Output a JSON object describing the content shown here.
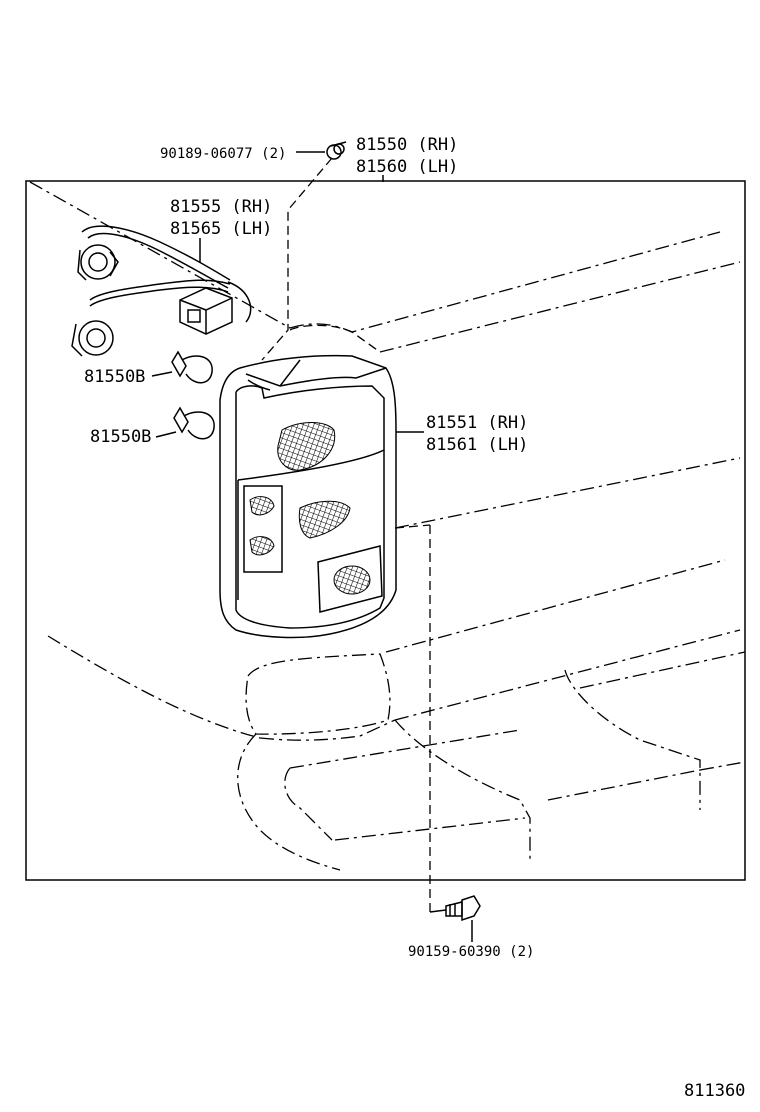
{
  "labels": {
    "screw_top": "90189-06077 (2)",
    "lamp_rh": "81550 (RH)",
    "lamp_lh": "81560 (LH)",
    "socket_rh": "81555 (RH)",
    "socket_lh": "81565 (LH)",
    "bulb_1": "81550B",
    "bulb_2": "81550B",
    "lens_rh": "81551 (RH)",
    "lens_lh": "81561 (LH)",
    "bolt_bottom": "90159-60390 (2)",
    "figure_code": "811360"
  },
  "icons": {
    "screw": "screw-icon",
    "bolt": "bolt-icon",
    "bulb": "bulb-icon",
    "socket": "socket-icon",
    "connector": "connector-icon"
  },
  "colors": {
    "ink": "#000000",
    "paper": "#ffffff"
  }
}
